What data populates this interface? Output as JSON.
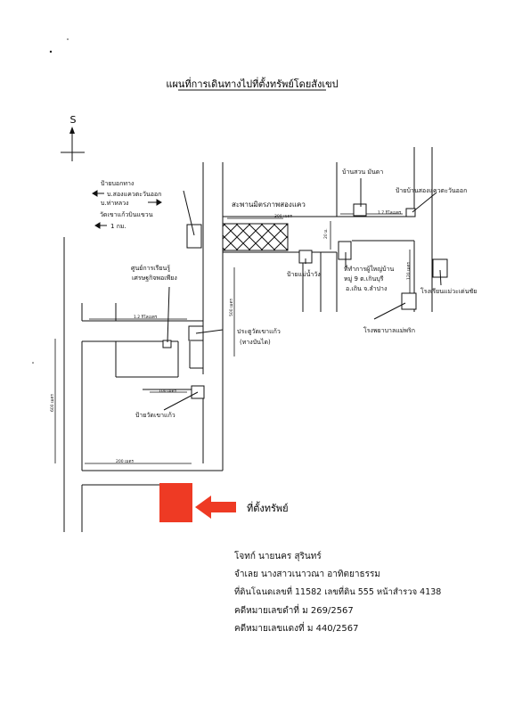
{
  "title": "แผนที่การเดินทางไปที่ตั้งทรัพย์โดยสังเขป",
  "north_letter": "S",
  "labels": {
    "sign_split": "ป้ายบอกทาง",
    "to_song_khwae_ok": "บ.สองแควตะวันออก",
    "to_tha_luang": "บ.ท่าหลวง",
    "to_wat_khao_kaeo": "วัดเขาแก้วบินแขวน",
    "one_km": "1 กม.",
    "bridge": "สะพานมิตรภาพสองแคว",
    "sign_mae_nam_wang": "ป้ายแม่น้ำวัง",
    "learning_center": "ศูนย์การเรียนรู้",
    "sufficiency_economy": "เศรษฐกิจพอเพียง",
    "wat_gate": "ประตูวัดเขาแก้ว",
    "upper_way": "(ทางบันได)",
    "sign_wat_khao_kaeo": "ป้ายวัดเขาแก้ว",
    "ban_suan_manda": "บ้านสวน มันดา",
    "sign_ban_song_khwae": "ป้ายบ้านสองแควตะวันออก",
    "headman_office": "ที่ทำการผู้ใหญ่บ้าน",
    "moo9": "หมู่ 9 ต.เกินบุรี",
    "amphoe": "อ.เถิน จ.ลำปาง",
    "school": "โรงเรียนแม่วะเด่นชัย",
    "hospital": "โรงพยาบาลแม่พริก",
    "property": "ที่ตั้งทรัพย์"
  },
  "distances": {
    "d_300m_bridge": "300 เมตร",
    "d_1_7km_top": "1.7 กิโลเมตร",
    "d_20m": "20 ม.",
    "d_120m": "120 เมตร",
    "d_1_2km": "1.2 กิโลเมตร",
    "d_500m": "500 เมตร",
    "d_100m": "100 เมตร",
    "d_600m": "600 เมตร",
    "d_200m": "200 เมตร"
  },
  "info": {
    "plaintiff": "โจทก์ นายนคร  สุรินทร์",
    "defendant": "จำเลย นางสาวเนาวณา  อาทิตยาธรรม",
    "deed": "ที่ดินโฉนดเลขที่ 11582 เลขที่ดิน 555 หน้าสำรวจ 4138",
    "black_case": "คดีหมายเลขดำที่     ม 269/2567",
    "red_case": "คดีหมายเลขแดงที่    ม 440/2567"
  },
  "colors": {
    "property_fill": "#ee3a24",
    "line": "#111111"
  }
}
